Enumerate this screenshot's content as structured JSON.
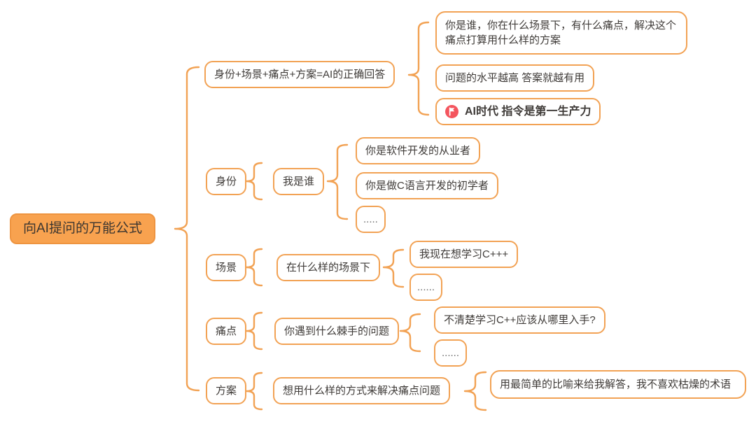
{
  "colors": {
    "accent_orange": "#F2A254",
    "root_fill": "#F8A24F",
    "root_border": "#EE9440",
    "text_dark": "#3F3B38",
    "flag_red": "#F4555E"
  },
  "root": {
    "label": "向AI提问的万能公式"
  },
  "branches": [
    {
      "label": "身份+场景+痛点+方案=AI的正确回答",
      "children": [
        {
          "label": "你是谁，你在什么场景下，有什么痛点，解决这个痛点打算用什么样的方案"
        },
        {
          "label": "问题的水平越高 答案就越有用"
        },
        {
          "label": "AI时代 指令是第一生产力",
          "icon": "flag-icon"
        }
      ]
    },
    {
      "label": "身份",
      "children": [
        {
          "label": "我是谁",
          "children": [
            {
              "label": "你是软件开发的从业者"
            },
            {
              "label": "你是做C语言开发的初学者"
            },
            {
              "label": "....."
            }
          ]
        }
      ]
    },
    {
      "label": "场景",
      "children": [
        {
          "label": "在什么样的场景下",
          "children": [
            {
              "label": "我现在想学习C+++"
            },
            {
              "label": "......"
            }
          ]
        }
      ]
    },
    {
      "label": "痛点",
      "children": [
        {
          "label": "你遇到什么棘手的问题",
          "children": [
            {
              "label": "不清楚学习C++应该从哪里入手?"
            },
            {
              "label": "......"
            }
          ]
        }
      ]
    },
    {
      "label": "方案",
      "children": [
        {
          "label": "想用什么样的方式来解决痛点问题",
          "children": [
            {
              "label": "用最简单的比喻来给我解答，我不喜欢枯燥的术语"
            }
          ]
        }
      ]
    }
  ]
}
